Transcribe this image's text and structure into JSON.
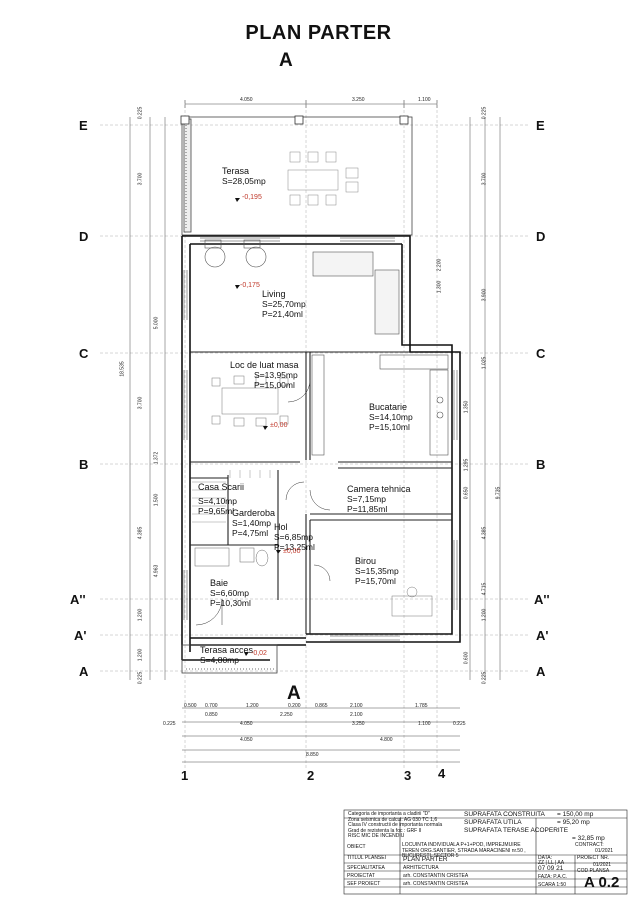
{
  "title": "PLAN PARTER",
  "section_marks": {
    "top": "A",
    "bottom": "A"
  },
  "axes_letters": [
    "E",
    "D",
    "C",
    "B",
    "A''",
    "A'",
    "A"
  ],
  "axes_numbers": [
    "1",
    "2",
    "3",
    "4"
  ],
  "rooms": [
    {
      "name": "Terasa",
      "s": "S=28,05mp",
      "p": "",
      "level": "-0,195"
    },
    {
      "name": "Living",
      "s": "S=25,70mp",
      "p": "P=21,40ml",
      "level": "-0,175"
    },
    {
      "name": "Loc de luat masa",
      "s": "S=13,95mp",
      "p": "P=15,00ml",
      "level": "±0,00"
    },
    {
      "name": "Bucatarie",
      "s": "S=14,10mp",
      "p": "P=15,10ml",
      "level": ""
    },
    {
      "name": "Casa Scarii",
      "s": "S=4,10mp",
      "p": "P=9,65ml",
      "level": ""
    },
    {
      "name": "Camera tehnica",
      "s": "S=7,15mp",
      "p": "P=11,85ml",
      "level": ""
    },
    {
      "name": "Garderoba",
      "s": "S=1,40mp",
      "p": "P=4,75ml",
      "level": ""
    },
    {
      "name": "Hol",
      "s": "S=6,85mp",
      "p": "P=13,25ml",
      "level": "±0,00"
    },
    {
      "name": "Birou",
      "s": "S=15,35mp",
      "p": "P=15,70ml",
      "level": ""
    },
    {
      "name": "Baie",
      "s": "S=6,60mp",
      "p": "P=10,30ml",
      "level": ""
    },
    {
      "name": "Terasa acces",
      "s": "S=4,80mp",
      "p": "",
      "level": "-0,02"
    }
  ],
  "dims_top": [
    "4.050",
    "3.250",
    "1.100"
  ],
  "dims_bottom_1": [
    "0.500",
    "0.700",
    "1.200",
    "0.200",
    "0.865",
    "2.100",
    "1.785"
  ],
  "dims_bottom_2": [
    "0.850",
    "2.250",
    "2.100"
  ],
  "dims_bottom_3": [
    "0.225",
    "4.050",
    "3.250",
    "1.100",
    "0.225"
  ],
  "dims_bottom_4": [
    "4.050",
    "4.800"
  ],
  "dim_total": "8.850",
  "dims_left": [
    "0.225",
    "3.700",
    "5.000",
    "3.700",
    "18.535",
    "1.372",
    "1.500",
    "4.385",
    "4.963",
    "1.200",
    "1.200",
    "0.225"
  ],
  "dims_right": [
    "0.225",
    "3.700",
    "2.200",
    "1.300",
    "3.900",
    "1.025",
    "1.350",
    "1.295",
    "0.650",
    "4.385",
    "9.735",
    "4.715",
    "1.200",
    "0.600",
    "0.225"
  ],
  "summary": {
    "l1": "SUPRAFATA CONSTRUITA",
    "v1": "= 150,00 mp",
    "l2": "SUPRAFATA UTILA",
    "v2": "= 95,20 mp",
    "l3": "SUPRAFATA TERASE ACOPERITE",
    "v3": "= 32,85 mp"
  },
  "notes": [
    "Categoria de importanta a cladirii \"D\"",
    "Zona seismica de calcul: AG 030 TC 1,6",
    "Clasa IV constructii de importanta normala",
    "Grad de rezistenta la foc : GRF II",
    "RISC MIC DE INCENDIU"
  ],
  "titleblock": {
    "obiect_label": "OBIECT",
    "obiect_value": "LOCUINTA INDIVIDUALA P+1+POD, IMPREJMUIRE TEREN ORG.SANTIER, STRADA MARACINENI nr.50 , BUCURESTI, SECTOR 5",
    "contract_label": "CONTRACT:",
    "contract_value": "01/2021",
    "titlu_label": "TITLUL PLANSEI",
    "titlu_value": "PLAN PARTER",
    "data_label": "DATA:",
    "data_cols": "ZZ | LL | AA",
    "data_value": "07 09 21",
    "proiect_nr_label": "PROIECT NR.",
    "proiect_nr_value": "01/2021",
    "specialitatea_label": "SPECIALITATEA",
    "specialitatea_value": "ARHITECTURA",
    "cod_label": "COD PLANSA",
    "proiectat_label": "PROIECTAT",
    "proiectat_value": "arh. CONSTANTIN CRISTEA",
    "faza_label": "FAZA: P.A.C.",
    "sef_label": "SEF PROIECT",
    "sef_value": "arh. CONSTANTIN CRISTEA",
    "scara_label": "SCARA 1:50",
    "cod_value": "A 0.2"
  }
}
